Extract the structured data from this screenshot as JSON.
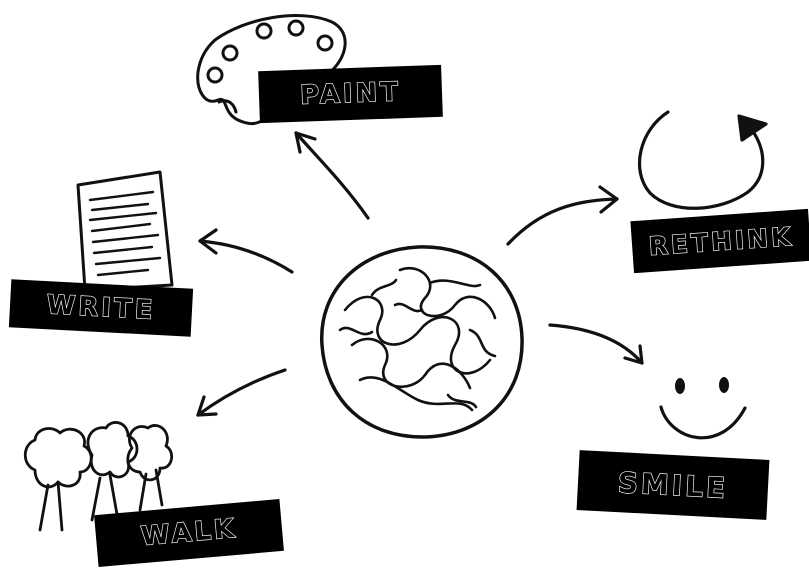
{
  "labels": {
    "paint": "PAINT",
    "rethink": "RETHINK",
    "write": "WRITE",
    "smile": "SMILE",
    "walk": "WALK"
  },
  "colors": {
    "ink": "#111111",
    "label_background": "#000000",
    "label_text_outline": "#ffffff",
    "page_background": "#ffffff"
  },
  "icons": {
    "center": "tangled-thoughts-circle-icon",
    "paint": "paint-palette-icon",
    "rethink": "circular-arrow-icon",
    "write": "written-page-icon",
    "smile": "smiley-face-icon",
    "walk": "trees-icon"
  }
}
